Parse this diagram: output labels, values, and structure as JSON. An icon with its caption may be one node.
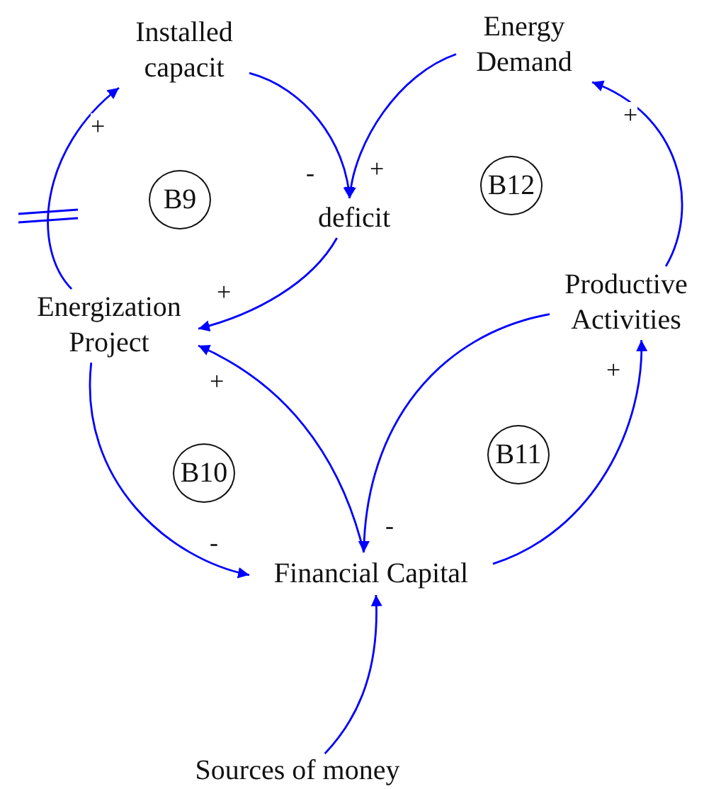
{
  "diagram": {
    "nodes": [
      {
        "text": [
          "Installed capacit"
        ]
      },
      {
        "text": [
          "Energy Demand"
        ]
      },
      {
        "text": [
          "deficit"
        ]
      },
      {
        "text": [
          "Energization Project"
        ]
      },
      {
        "text": [
          "Productive Activities"
        ]
      },
      {
        "text": [
          "Financial Capital"
        ]
      },
      {
        "text": [
          "Sources of money"
        ]
      },
      {
        "text": [
          "B9"
        ]
      },
      {
        "text": [
          "B12"
        ]
      },
      {
        "text": [
          "B10"
        ]
      },
      {
        "text": [
          "B11"
        ]
      }
    ],
    "edges": [
      {
        "from": 3,
        "to": 0,
        "arrow": "to",
        "label": "+"
      },
      {
        "from": 0,
        "to": 2,
        "arrow": "to",
        "label": "-"
      },
      {
        "from": 1,
        "to": 2,
        "arrow": "to",
        "label": "+"
      },
      {
        "from": 2,
        "to": 3,
        "arrow": "to",
        "label": "+"
      },
      {
        "from": 5,
        "to": 3,
        "arrow": "to",
        "label": "+"
      },
      {
        "from": 4,
        "to": 5,
        "arrow": "to",
        "label": "-"
      },
      {
        "from": 3,
        "to": 5,
        "arrow": "to",
        "label": "-"
      },
      {
        "from": 5,
        "to": 4,
        "arrow": "to",
        "label": "+"
      },
      {
        "from": 4,
        "to": 1,
        "arrow": "to",
        "label": "+"
      },
      {
        "from": 6,
        "to": 5,
        "arrow": "to"
      }
    ]
  }
}
